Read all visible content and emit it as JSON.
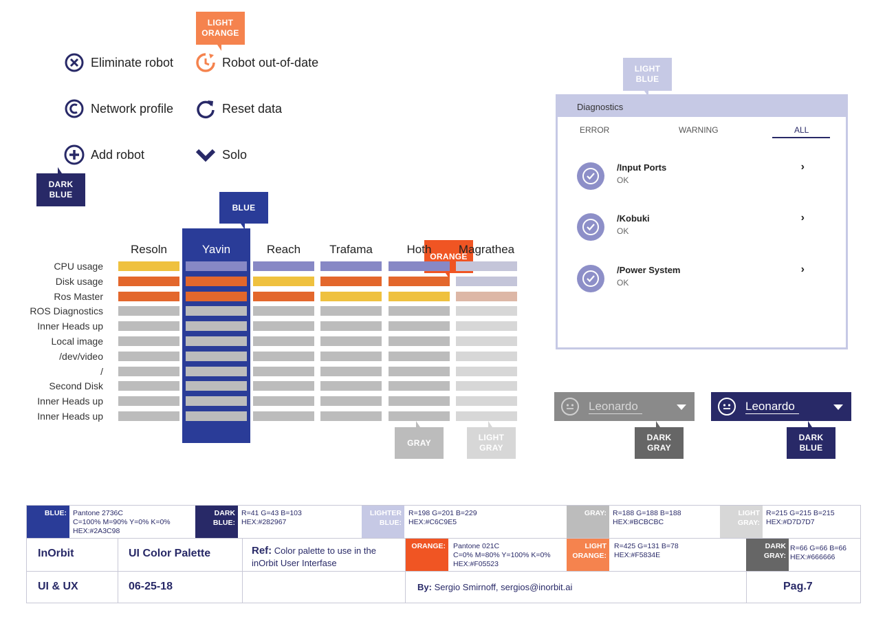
{
  "colors": {
    "blue": "#2A3C98",
    "dark_blue": "#282967",
    "lighter_blue": "#C6C9E5",
    "gray": "#BCBCBC",
    "light_gray": "#D7D7D7",
    "orange": "#F05523",
    "light_orange": "#F5834E",
    "dark_gray": "#666666",
    "yellow": "#EFC13F",
    "bar_orange": "#E3672C",
    "purple": "#8788C5",
    "pale_purple": "#C4C5D9",
    "peach": "#DDB7A6"
  },
  "tags": {
    "light_orange": [
      "LIGHT",
      "ORANGE"
    ],
    "light_blue": [
      "LIGHT",
      "BLUE"
    ],
    "dark_blue_1": [
      "DARK",
      "BLUE"
    ],
    "blue": "BLUE",
    "orange": "ORANGE",
    "gray": "GRAY",
    "light_gray": [
      "LIGHT",
      "GRAY"
    ],
    "dark_gray": [
      "DARK",
      "GRAY"
    ],
    "dark_blue_2": [
      "DARK",
      "BLUE"
    ]
  },
  "actions": [
    {
      "icon": "close-circle-icon",
      "label": "Eliminate robot"
    },
    {
      "icon": "clock-refresh-icon",
      "label": "Robot out-of-date"
    },
    {
      "icon": "network-icon",
      "label": "Network profile"
    },
    {
      "icon": "refresh-icon",
      "label": "Reset data"
    },
    {
      "icon": "add-circle-icon",
      "label": "Add robot"
    },
    {
      "icon": "chevron-down-icon",
      "label": "Solo"
    }
  ],
  "table": {
    "columns": [
      "Resoln",
      "Yavin",
      "Reach",
      "Trafama",
      "Hoth",
      "Magrathea"
    ],
    "rows": [
      "CPU usage",
      "Disk usage",
      "Ros Master",
      "ROS Diagnostics",
      "Inner Heads up",
      "Local image",
      "/dev/video",
      "/",
      "Second Disk",
      "Inner Heads up",
      "Inner Heads up"
    ],
    "states": [
      [
        "yellow",
        "purple",
        "purple",
        "purple",
        "purple",
        "pale_purple"
      ],
      [
        "orange",
        "orange",
        "yellow",
        "orange",
        "orange",
        "pale_purple"
      ],
      [
        "orange",
        "orange",
        "orange",
        "yellow",
        "yellow",
        "peach"
      ]
    ]
  },
  "diagnostics": {
    "title": "Diagnostics",
    "tabs": [
      "ERROR",
      "WARNING",
      "ALL"
    ],
    "active_tab": "ALL",
    "items": [
      {
        "name": "/Input Ports",
        "status": "OK"
      },
      {
        "name": "/Kobuki",
        "status": "OK"
      },
      {
        "name": "/Power System",
        "status": "OK"
      }
    ]
  },
  "dropdowns": [
    {
      "value": "Leonardo",
      "style": "dark_gray"
    },
    {
      "value": "Leonardo",
      "style": "dark_blue"
    }
  ],
  "footer": {
    "swatches": [
      {
        "label": [
          "BLUE:"
        ],
        "text": [
          "Pantone 2736C",
          "C=100% M=90% Y=0% K=0%",
          "HEX:#2A3C98"
        ],
        "color": "#2A3C98"
      },
      {
        "label": [
          "DARK",
          "BLUE:"
        ],
        "text": [
          "R=41 G=43 B=103",
          "HEX:#282967"
        ],
        "color": "#282967"
      },
      {
        "label": [
          "LIGHTER",
          "BLUE:"
        ],
        "text": [
          "R=198 G=201 B=229",
          "HEX:#C6C9E5"
        ],
        "color": "#C6C9E5"
      },
      {
        "label": [
          "GRAY:"
        ],
        "text": [
          "R=188 G=188 B=188",
          "HEX:#BCBCBC"
        ],
        "color": "#BCBCBC"
      },
      {
        "label": [
          "LIGHT",
          "GRAY:"
        ],
        "text": [
          "R=215 G=215 B=215",
          "HEX:#D7D7D7"
        ],
        "color": "#D7D7D7"
      },
      {
        "label": [
          "ORANGE:"
        ],
        "text": [
          "Pantone 021C",
          "C=0% M=80% Y=100% K=0%",
          "HEX:#F05523"
        ],
        "color": "#F05523"
      },
      {
        "label": [
          "LIGHT",
          "ORANGE:"
        ],
        "text": [
          "R=425 G=131 B=78",
          "HEX:#F5834E"
        ],
        "color": "#F5834E"
      },
      {
        "label": [
          "DARK",
          "GRAY:"
        ],
        "text": [
          "R=66 G=66 B=66",
          "HEX:#666666"
        ],
        "color": "#666666"
      }
    ],
    "company": "InOrbit",
    "doc_title": "UI Color Palette",
    "ref_label": "Ref:",
    "ref_text": "Color palette to use in the inOrbit User Interfase",
    "dept": "UI & UX",
    "date": "06-25-18",
    "by_label": "By:",
    "by_text": "Sergio Smirnoff, sergios@inorbit.ai",
    "page": "Pag.7"
  }
}
